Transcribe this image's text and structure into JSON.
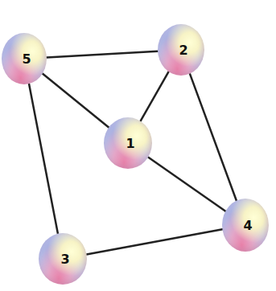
{
  "diagram": {
    "nodes": [
      {
        "text": [
          "5"
        ]
      },
      {
        "text": [
          "2"
        ]
      },
      {
        "text": [
          "1"
        ]
      },
      {
        "text": [
          "4"
        ]
      },
      {
        "text": [
          "3"
        ]
      }
    ],
    "edges": [
      {
        "from": 0,
        "to": 1,
        "arrow": "none"
      },
      {
        "from": 0,
        "to": 2,
        "arrow": "none"
      },
      {
        "from": 2,
        "to": 1,
        "arrow": "none"
      },
      {
        "from": 1,
        "to": 3,
        "arrow": "none"
      },
      {
        "from": 2,
        "to": 3,
        "arrow": "none"
      },
      {
        "from": 0,
        "to": 4,
        "arrow": "none"
      },
      {
        "from": 4,
        "to": 3,
        "arrow": "none"
      }
    ]
  }
}
